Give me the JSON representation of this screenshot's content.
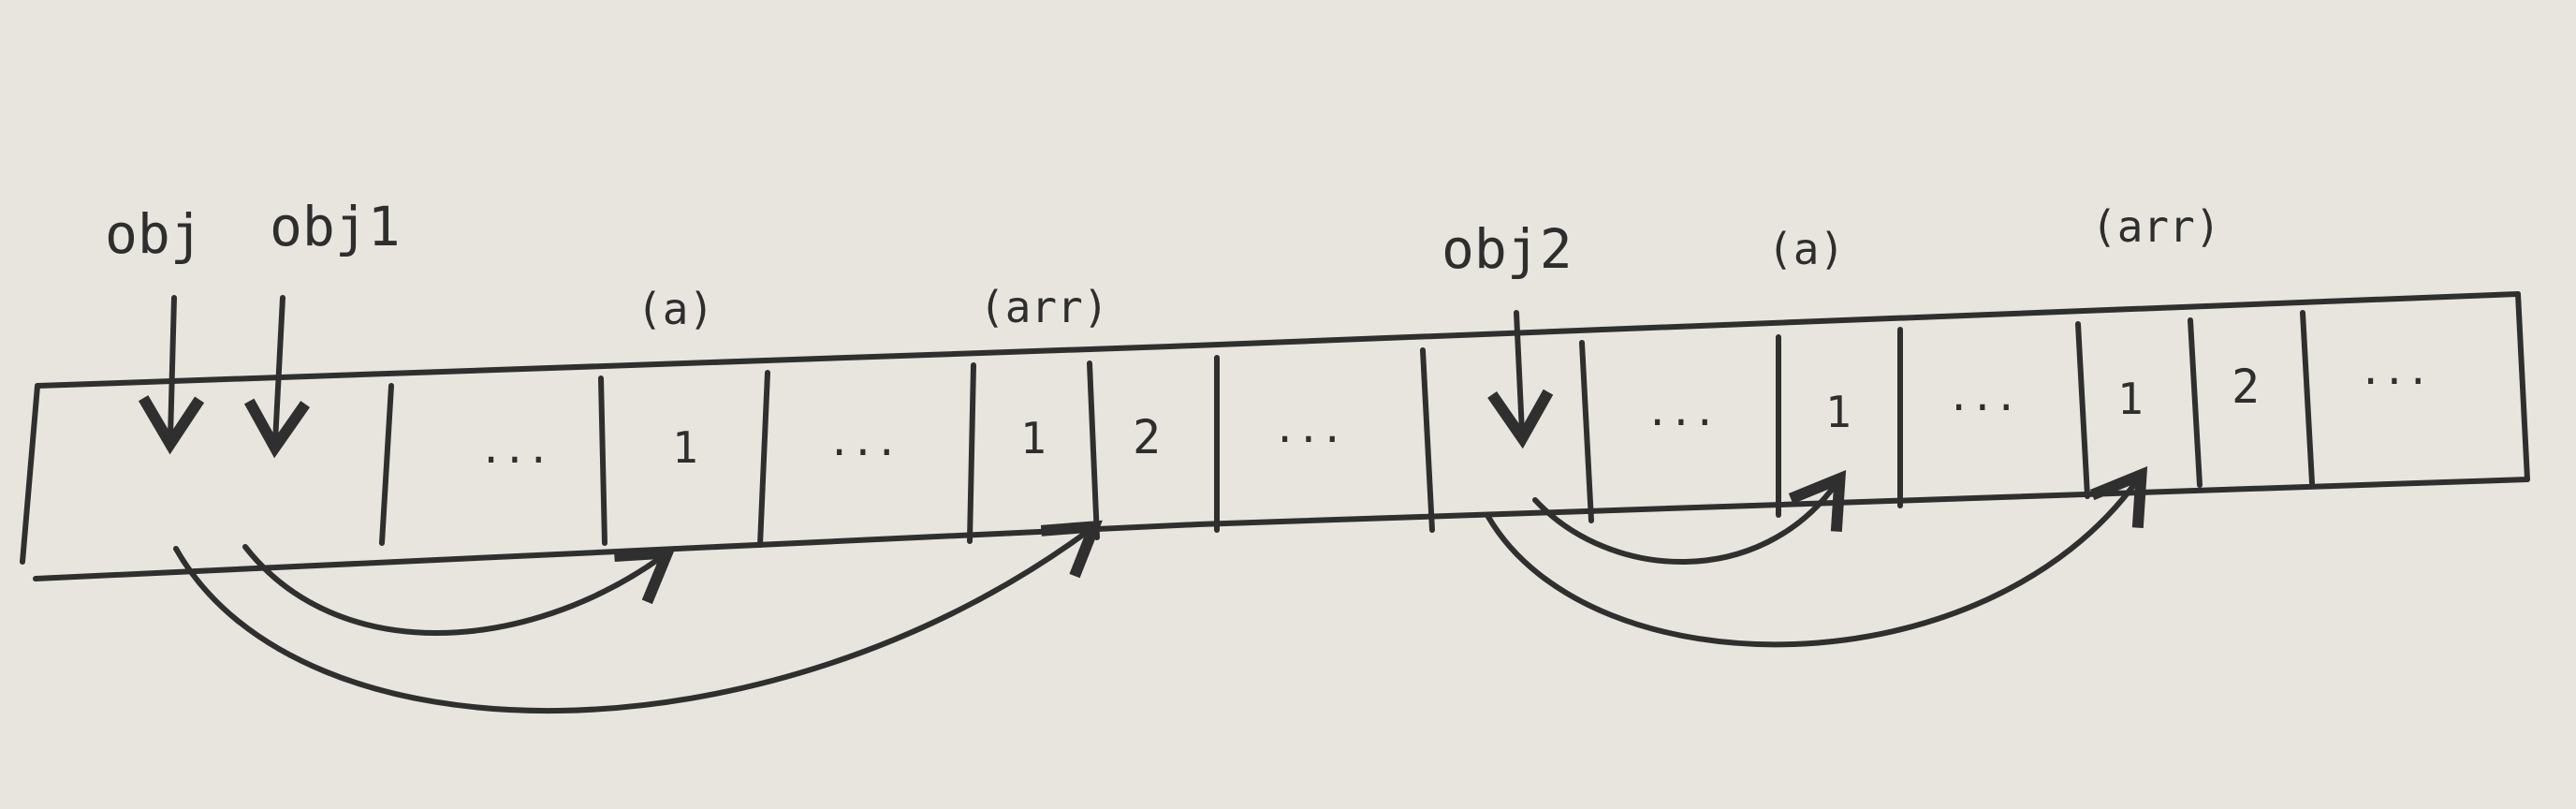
{
  "diagram": {
    "paper_color": "#e8e5df",
    "ink_color": "#2f2f2f",
    "variables": [
      "obj",
      "obj1",
      "obj2"
    ],
    "field_labels": [
      "(a)",
      "(arr)",
      "(a)",
      "(arr)"
    ],
    "cells": [
      "...",
      "1",
      "...",
      "1",
      "2",
      "...",
      "...",
      "1",
      "...",
      "1",
      "2",
      "..."
    ]
  }
}
